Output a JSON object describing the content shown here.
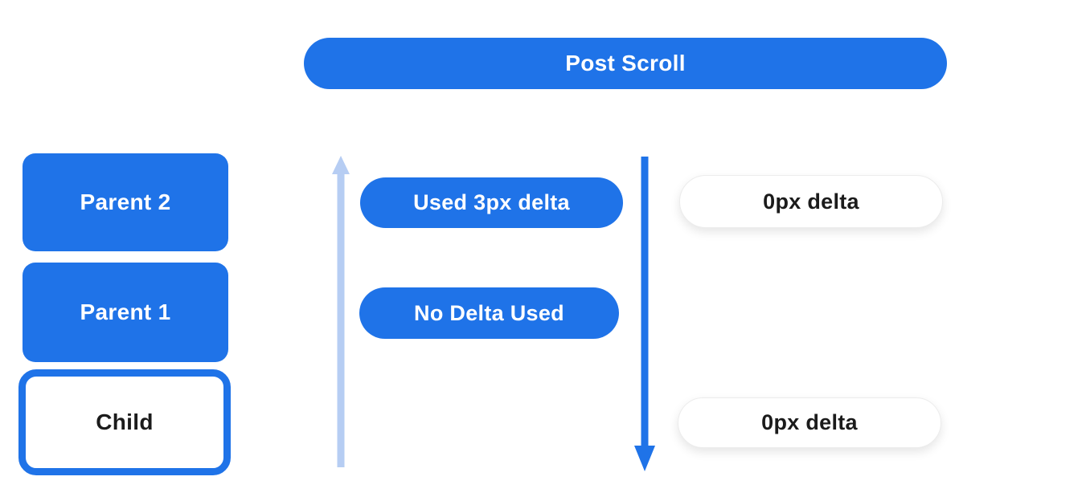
{
  "title_bar": {
    "label": "Post Scroll"
  },
  "colors": {
    "primary_blue": "#1f73e8",
    "light_blue": "#b6cdf3",
    "text_dark": "#1b1b1b",
    "pill_border": "#ececec"
  },
  "hierarchy": [
    {
      "label": "Parent 2",
      "style": "filled"
    },
    {
      "label": "Parent 1",
      "style": "filled"
    },
    {
      "label": "Child",
      "style": "outlined"
    }
  ],
  "scroll_up_column": {
    "arrow": "up-arrow",
    "arrow_color": "#b6cdf3",
    "pills": [
      {
        "label": "Used 3px delta",
        "style": "filled"
      },
      {
        "label": "No Delta Used",
        "style": "filled"
      }
    ]
  },
  "scroll_down_column": {
    "arrow": "down-arrow",
    "arrow_color": "#1f73e8",
    "pills": [
      {
        "label": "0px delta",
        "style": "outlined"
      },
      {
        "label": "0px delta",
        "style": "outlined"
      }
    ]
  }
}
